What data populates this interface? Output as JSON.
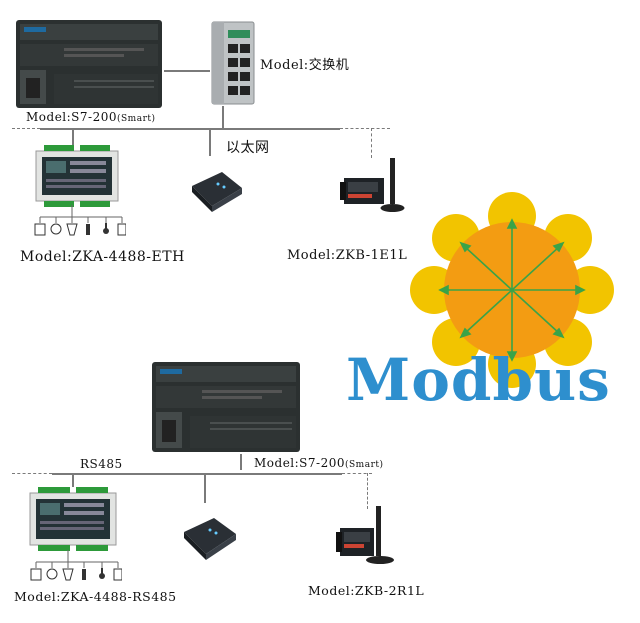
{
  "top": {
    "plc_label_prefix": "Model:S7-200",
    "plc_label_suffix": "(Smart)",
    "switch_label": "Model:交换机",
    "network_label": "以太网",
    "io_label": "Model:ZKA-4488-ETH",
    "wireless_label": "Model:ZKB-1E1L"
  },
  "bottom": {
    "bus_label": "RS485",
    "plc_label_prefix": "Model:S7-200",
    "plc_label_suffix": "(Smart)",
    "io_label": "Model:ZKA-4488-RS485",
    "wireless_label": "Model:ZKB-2R1L"
  },
  "logo": {
    "text": "Modbus",
    "text_color": "#2e8fce",
    "outer_color": "#f2c400",
    "inner_color": "#f39c12",
    "arrow_color": "#3aa348"
  }
}
